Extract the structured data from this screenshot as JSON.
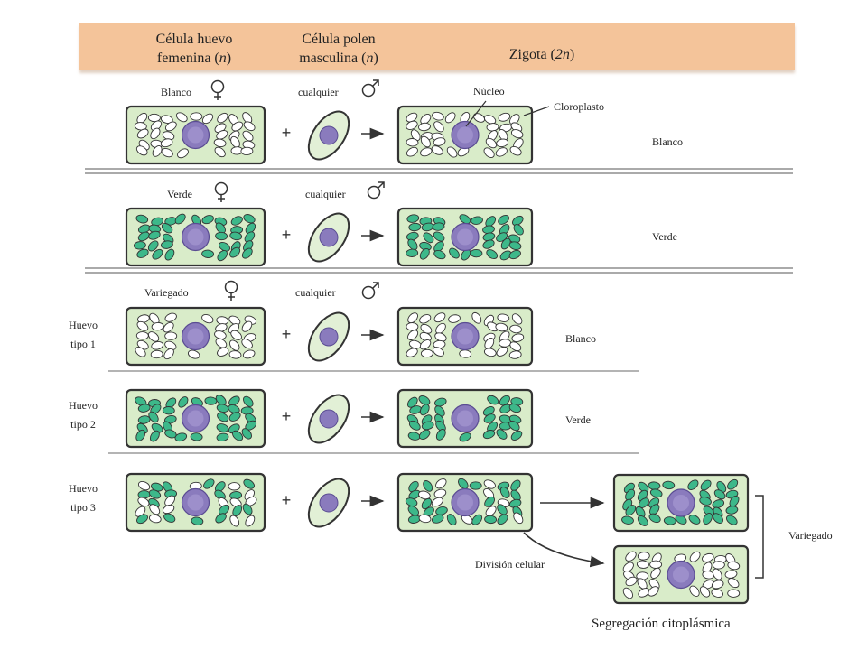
{
  "header": {
    "col1_line1": "Célula huevo",
    "col1_line2_text": "femenina (",
    "col1_line2_var": "n",
    "col1_line2_end": ")",
    "col2_line1": "Célula polen",
    "col2_line2_text": "masculina (",
    "col2_line2_var": "n",
    "col2_line2_end": ")",
    "col3_text": "Zigota (",
    "col3_var": "2n",
    "col3_end": ")"
  },
  "rows": [
    {
      "female": "Blanco",
      "male": "cualquier",
      "result": "Blanco"
    },
    {
      "female": "Verde",
      "male": "cualquier",
      "result": "Verde"
    },
    {
      "female": "Variegado",
      "male": "cualquier"
    }
  ],
  "subrows": [
    {
      "egg_line1": "Huevo",
      "egg_line2": "tipo 1",
      "result": "Blanco"
    },
    {
      "egg_line1": "Huevo",
      "egg_line2": "tipo 2",
      "result": "Verde"
    },
    {
      "egg_line1": "Huevo",
      "egg_line2": "tipo 3"
    }
  ],
  "labels": {
    "nucleus": "Núcleo",
    "chloroplast": "Cloroplasto",
    "cell_division": "División celular",
    "variegated": "Variegado",
    "segregation": "Segregación citoplásmica"
  },
  "colors": {
    "header_bg": "#f4c49a",
    "cell_fill": "#d9ecc9",
    "chloroplast_green": "#3db88a",
    "nucleus": "#8a7bbd"
  },
  "symbols": {
    "female": "female-symbol-icon",
    "male": "male-symbol-icon"
  }
}
